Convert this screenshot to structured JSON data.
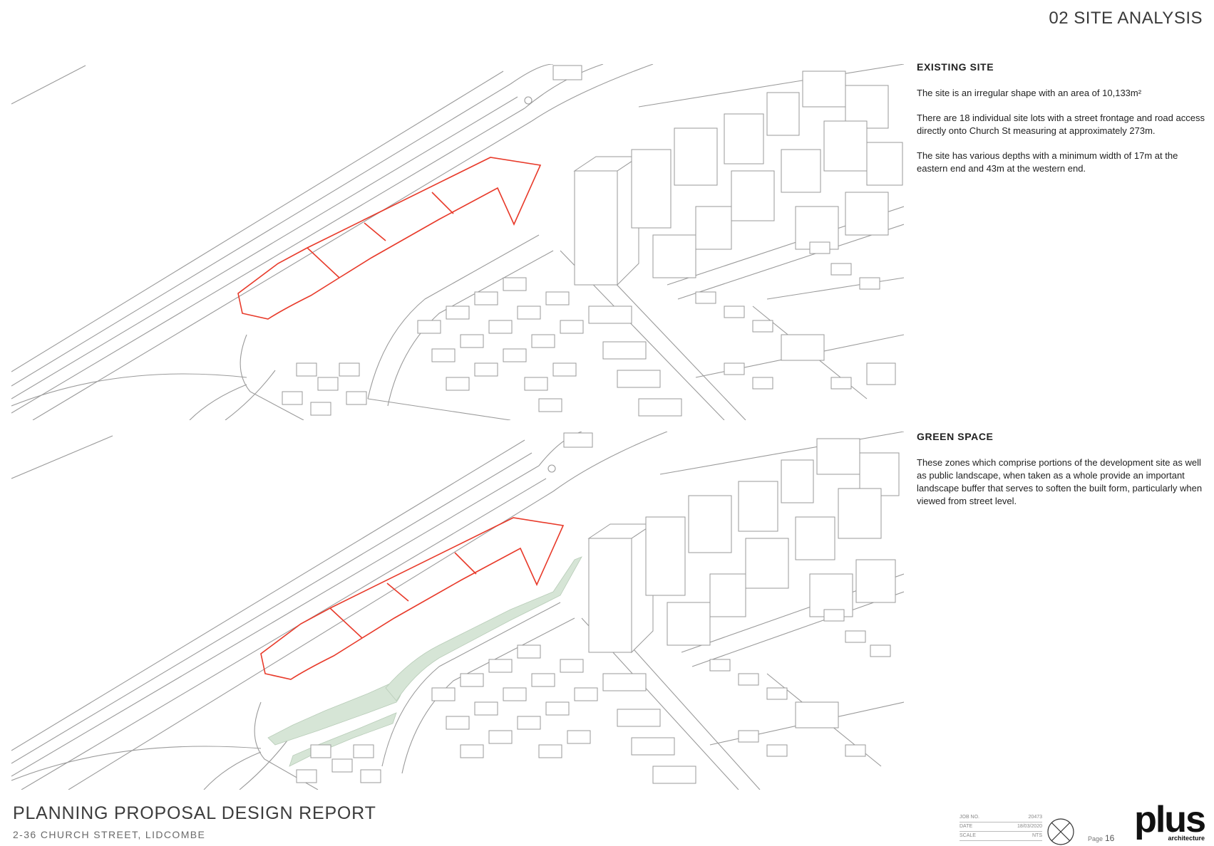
{
  "header": {
    "section": "02 SITE ANALYSIS"
  },
  "existing_site": {
    "title": "EXISTING SITE",
    "p1": "The site is an irregular shape with an area of 10,133m²",
    "p2": "There are 18 individual site lots with a street frontage and road access directly onto Church St measuring at approximately 273m.",
    "p3": "The site has various depths with a minimum width of 17m at the eastern end and 43m at the western end."
  },
  "green_space": {
    "title": "GREEN SPACE",
    "p1": "These zones which comprise portions of the development site as well as public landscape, when taken as a whole provide an important landscape buffer that serves to soften the built form, particularly when viewed from street level."
  },
  "footer": {
    "title": "PLANNING PROPOSAL DESIGN REPORT",
    "address": "2-36 CHURCH STREET, LIDCOMBE",
    "meta": [
      {
        "label": "JOB NO.",
        "value": "20473"
      },
      {
        "label": "DATE",
        "value": "18/03/2020"
      },
      {
        "label": "SCALE",
        "value": "NTS"
      }
    ],
    "page_label": "Page",
    "page_number": "16",
    "logo_main": "plus",
    "logo_sub": "architecture"
  },
  "colors": {
    "site_boundary": "#e83a2a",
    "green_space": "#d6e5d6",
    "linework": "#9a9a9a"
  },
  "icons": {
    "north_arrow": "north-arrow-icon"
  }
}
